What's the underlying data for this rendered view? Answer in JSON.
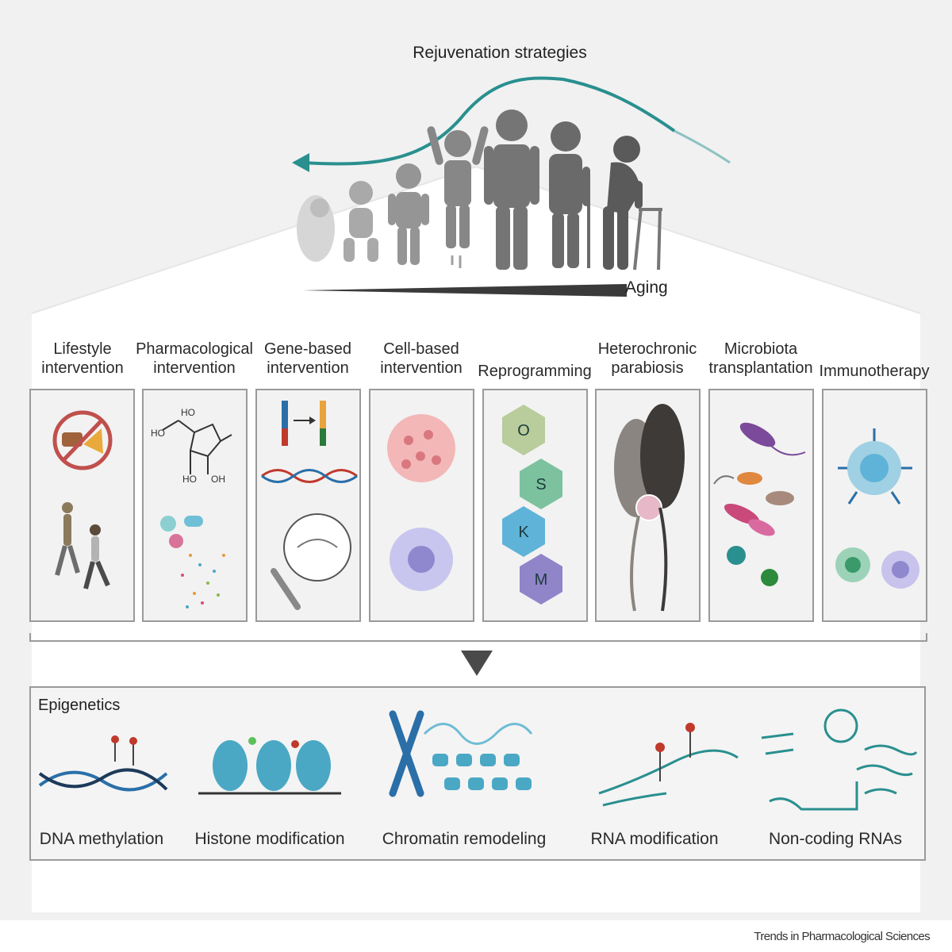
{
  "header": {
    "title": "Rejuvenation strategies",
    "axis_label": "Aging"
  },
  "interventions": [
    {
      "label_1": "Lifestyle",
      "label_2": "intervention",
      "icon": "no-junk-food-and-exercise-icon"
    },
    {
      "label_1": "Pharmacological",
      "label_2": "intervention",
      "icon": "molecule-and-pills-icon"
    },
    {
      "label_1": "Gene-based",
      "label_2": "intervention",
      "icon": "gene-editing-icon"
    },
    {
      "label_1": "Cell-based",
      "label_2": "intervention",
      "icon": "cells-icon"
    },
    {
      "label_1": "Reprogramming",
      "label_2": "",
      "icon": "osmk-factors-icon"
    },
    {
      "label_1": "Heterochronic",
      "label_2": "parabiosis",
      "icon": "paired-mice-icon"
    },
    {
      "label_1": "Microbiota",
      "label_2": "transplantation",
      "icon": "bacteria-icon"
    },
    {
      "label_1": "Immunotherapy",
      "label_2": "",
      "icon": "immune-cells-icon"
    }
  ],
  "reprogramming_factors": [
    "O",
    "S",
    "K",
    "M"
  ],
  "epigenetics": {
    "title": "Epigenetics",
    "items": [
      {
        "label": "DNA methylation",
        "icon": "methylated-dna-icon"
      },
      {
        "label": "Histone modification",
        "icon": "nucleosome-icon"
      },
      {
        "label": "Chromatin remodeling",
        "icon": "chromatin-icon"
      },
      {
        "label": "RNA modification",
        "icon": "modified-rna-icon"
      },
      {
        "label": "Non-coding RNAs",
        "icon": "ncrna-icon"
      }
    ]
  },
  "credit": "Trends in Pharmacological Sciences",
  "colors": {
    "arrow": "#2a8f8f",
    "panel": "#f3f3f3",
    "frame": "#9a9a9a",
    "figures": "#6f6f6f"
  }
}
